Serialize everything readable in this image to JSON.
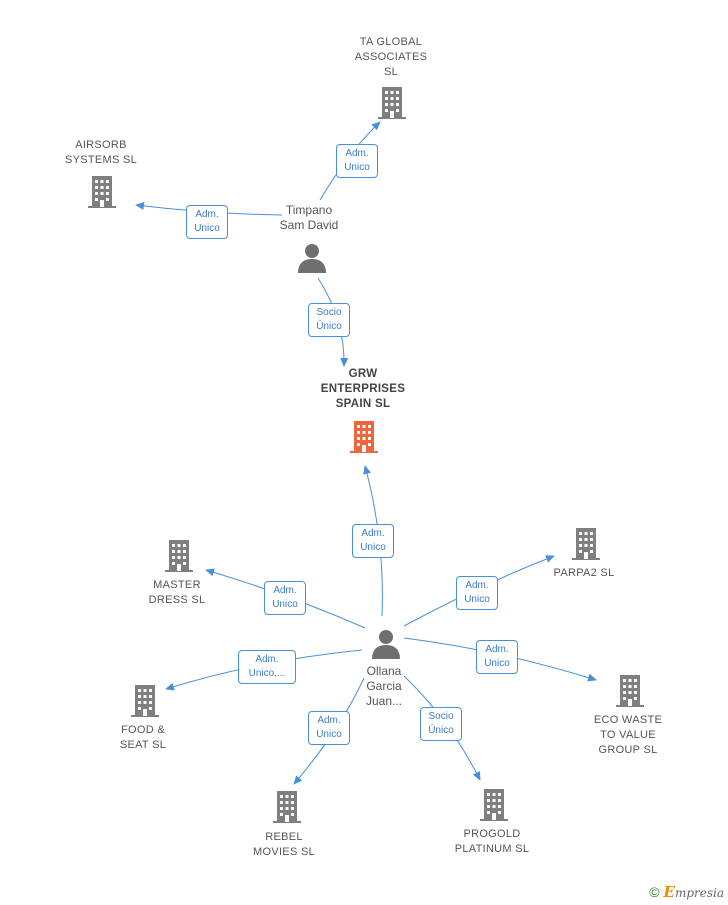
{
  "colors": {
    "edge": "#4a90d9",
    "building": "#7f7f7f",
    "building_main": "#f0653c",
    "person": "#6f6f6f"
  },
  "nodes": {
    "ta_global": "TA GLOBAL\nASSOCIATES\nSL",
    "airsorb": "AIRSORB\nSYSTEMS SL",
    "timpano": "Timpano\nSam David",
    "grw": "GRW\nENTERPRISES\nSPAIN SL",
    "master_dress": "MASTER\nDRESS SL",
    "parpa2": "PARPA2 SL",
    "ollana": "Ollana\nGarcia\nJuan...",
    "food_seat": "FOOD &\nSEAT SL",
    "eco_waste": "ECO WASTE\nTO VALUE\nGROUP SL",
    "rebel_movies": "REBEL\nMOVIES SL",
    "progold": "PROGOLD\nPLATINUM SL"
  },
  "edges": {
    "e1": "Adm.\nUnico",
    "e2": "Adm.\nUnico",
    "e3": "Socio\nÚnico",
    "e4": "Adm.\nUnico",
    "e5": "Adm.\nUnico",
    "e6": "Adm.\nUnico",
    "e7": "Adm.\nUnico",
    "e8": "Adm.\nUnico,...",
    "e9": "Adm.\nUnico",
    "e10": "Socio\nÚnico"
  },
  "footer": {
    "copyright": "©",
    "brand_first": "E",
    "brand_rest": "mpresia"
  }
}
